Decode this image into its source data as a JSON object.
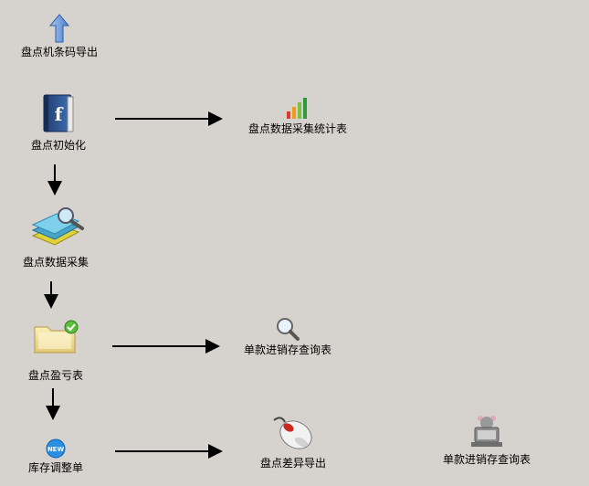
{
  "nodes": {
    "barcode_export": "盘点机条码导出",
    "init": "盘点初始化",
    "data_collect": "盘点数据采集",
    "profit_loss": "盘点盈亏表",
    "stock_adjust": "库存调整单",
    "collect_stats": "盘点数据采集统计表",
    "single_query_1": "单款进销存查询表",
    "diff_export": "盘点差异导出",
    "single_query_2": "单款进销存查询表"
  },
  "icons": {
    "barcode_export": "up-arrow-icon",
    "init": "book-icon",
    "data_collect": "books-magnifier-icon",
    "profit_loss": "folder-check-icon",
    "stock_adjust": "new-badge-icon",
    "collect_stats": "bar-chart-icon",
    "single_query_1": "magnifier-icon",
    "diff_export": "mouse-icon",
    "single_query_2": "computer-icon"
  }
}
